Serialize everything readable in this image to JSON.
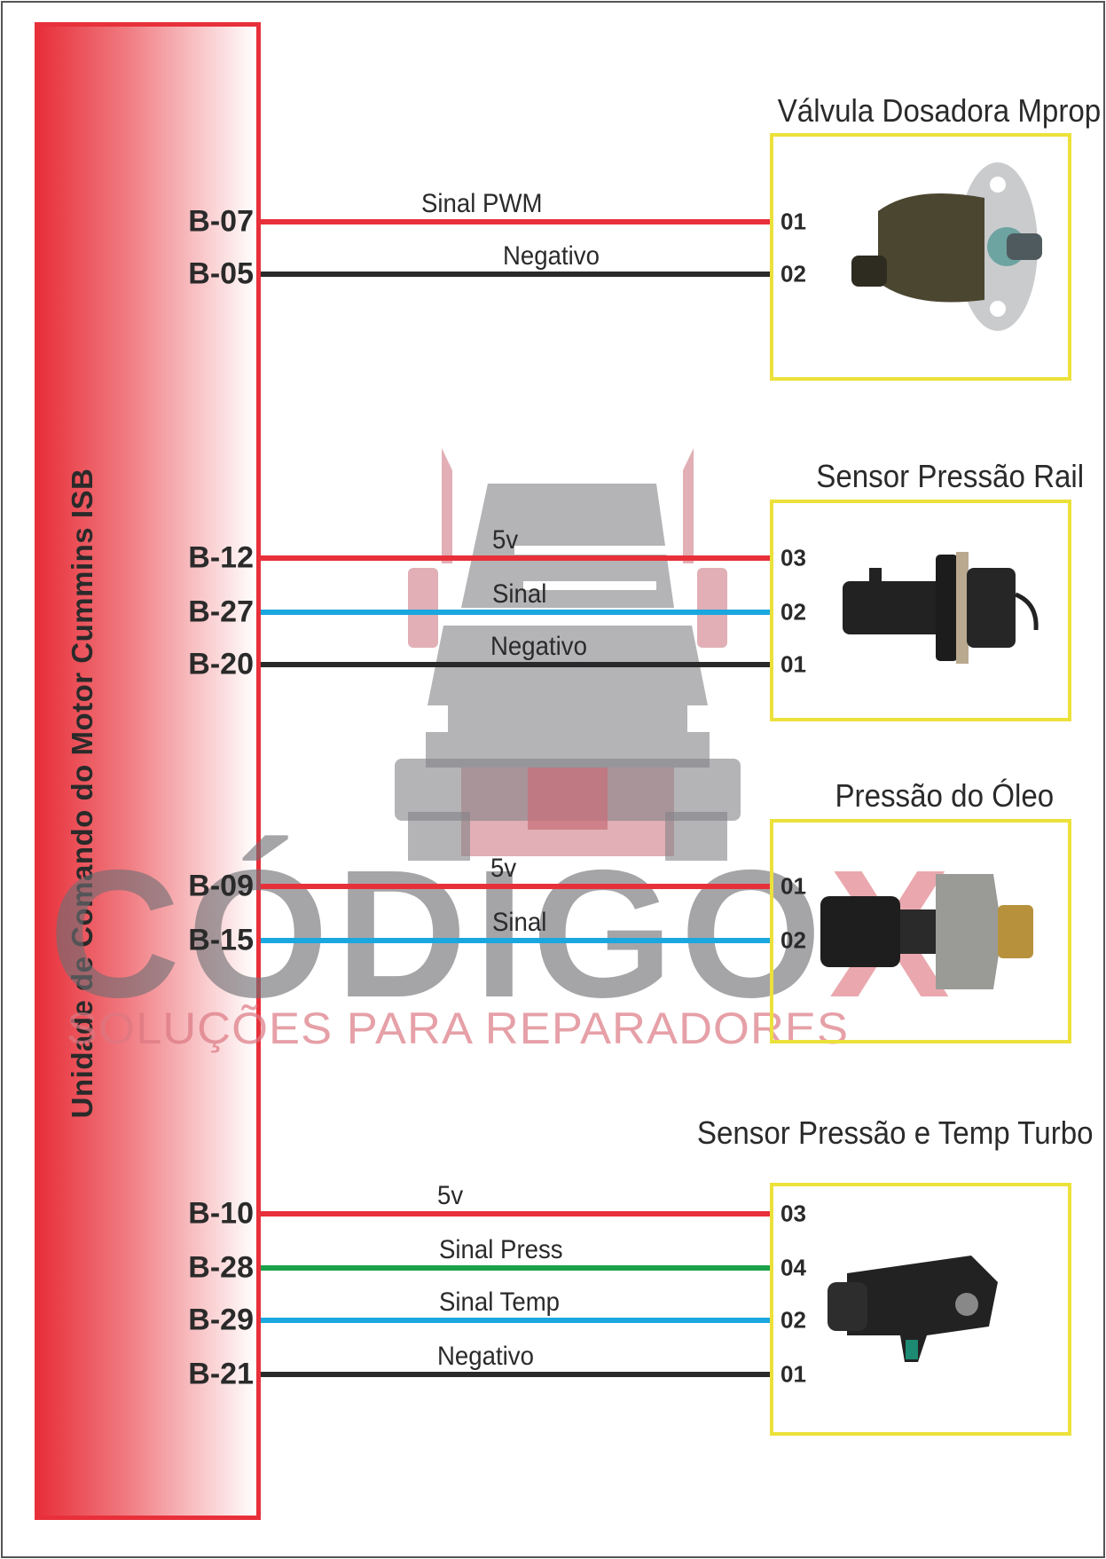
{
  "ecu": {
    "title": "Unidade de Comando do Motor Cummins ISB"
  },
  "components": [
    {
      "title": "Válvula Dosadora Mprop",
      "photo": "metering-valve",
      "wires": [
        {
          "ecu_pin": "B-07",
          "label": "Sinal PWM",
          "pin": "01",
          "color": "#e8303a"
        },
        {
          "ecu_pin": "B-05",
          "label": "Negativo",
          "pin": "02",
          "color": "#2a2a2a"
        }
      ]
    },
    {
      "title": "Sensor Pressão Rail",
      "photo": "rail-pressure-sensor",
      "wires": [
        {
          "ecu_pin": "B-12",
          "label": "5v",
          "pin": "03",
          "color": "#e8303a"
        },
        {
          "ecu_pin": "B-27",
          "label": "Sinal",
          "pin": "02",
          "color": "#1aa7e0"
        },
        {
          "ecu_pin": "B-20",
          "label": "Negativo",
          "pin": "01",
          "color": "#2a2a2a"
        }
      ]
    },
    {
      "title": "Pressão do Óleo",
      "photo": "oil-pressure-sensor",
      "wires": [
        {
          "ecu_pin": "B-09",
          "label": "5v",
          "pin": "01",
          "color": "#e8303a"
        },
        {
          "ecu_pin": "B-15",
          "label": "Sinal",
          "pin": "02",
          "color": "#1aa7e0"
        }
      ]
    },
    {
      "title": "Sensor Pressão e Temp Turbo",
      "photo": "turbo-map-sensor",
      "wires": [
        {
          "ecu_pin": "B-10",
          "label": "5v",
          "pin": "03",
          "color": "#e8303a"
        },
        {
          "ecu_pin": "B-28",
          "label": "Sinal Press",
          "pin": "04",
          "color": "#1aa14a"
        },
        {
          "ecu_pin": "B-29",
          "label": "Sinal Temp",
          "pin": "02",
          "color": "#1aa7e0"
        },
        {
          "ecu_pin": "B-21",
          "label": "Negativo",
          "pin": "01",
          "color": "#2a2a2a"
        }
      ]
    }
  ],
  "watermark": {
    "brand": "CÓDIGO",
    "brand_x": "X",
    "tagline": "SOLUÇÕES PARA REPARADORES"
  }
}
